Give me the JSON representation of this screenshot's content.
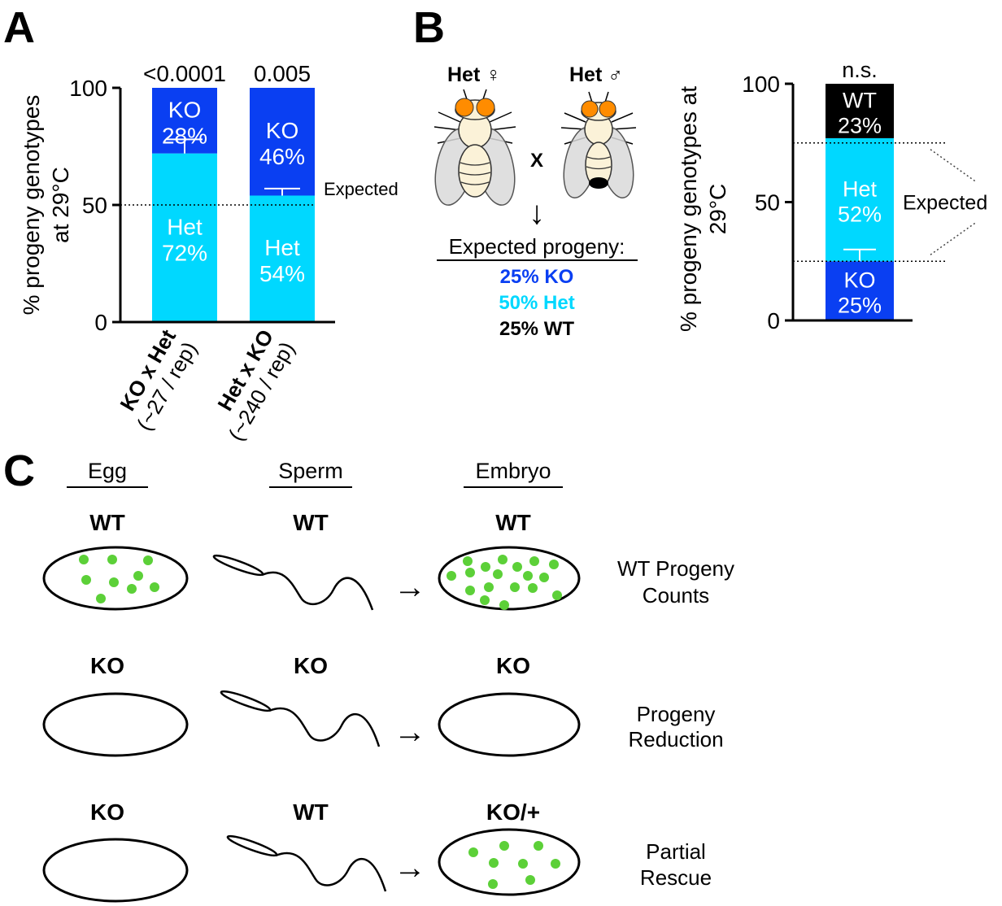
{
  "panels": {
    "A": {
      "label": "A"
    },
    "B": {
      "label": "B"
    },
    "C": {
      "label": "C"
    }
  },
  "colors": {
    "ko": "#0a3ff2",
    "het": "#00d8ff",
    "wt": "#000000",
    "dot": "#5cd038",
    "eye": "#ff8c00",
    "fly_body": "#fbf2d8",
    "wing": "#d9d9d9"
  },
  "chart_data": [
    {
      "type": "bar",
      "stacked": true,
      "ylabel": "% progeny genotypes at 29°C",
      "ylabel_lines": [
        "% progeny genotypes",
        "at 29°C"
      ],
      "ylim": [
        0,
        100
      ],
      "yticks": [
        0,
        50,
        100
      ],
      "expected_line": 50,
      "expected_label": "Expected",
      "categories": [
        {
          "name": "KO x Het",
          "sub": "(~27 / rep)",
          "p_value": "<0.0001"
        },
        {
          "name": "Het x KO",
          "sub": "(~240 / rep)",
          "p_value": "0.005"
        }
      ],
      "series": [
        {
          "name": "Het",
          "values": [
            72,
            54
          ],
          "labels": [
            "72%",
            "54%"
          ],
          "color": "#00d8ff"
        },
        {
          "name": "KO",
          "values": [
            28,
            46
          ],
          "labels": [
            "28%",
            "46%"
          ],
          "color": "#0a3ff2"
        }
      ],
      "error_bar_tops": [
        78,
        57
      ]
    },
    {
      "type": "bar",
      "stacked": true,
      "ylabel": "% progeny genotypes at 29°C",
      "ylabel_lines": [
        "% progeny genotypes at",
        "29°C"
      ],
      "ylim": [
        0,
        100
      ],
      "yticks": [
        0,
        50,
        100
      ],
      "expected_lines": [
        25,
        75
      ],
      "expected_label": "Expected",
      "significance": "n.s.",
      "series": [
        {
          "name": "KO",
          "value": 25,
          "label": "25%",
          "color": "#0a3ff2"
        },
        {
          "name": "Het",
          "value": 52,
          "label": "52%",
          "color": "#00d8ff"
        },
        {
          "name": "WT",
          "value": 23,
          "label": "23%",
          "color": "#000000"
        }
      ],
      "error_bar_top": 30
    }
  ],
  "cross": {
    "female": "Het ♀",
    "male": "Het ♂",
    "cross_symbol": "X",
    "arrow": "↓",
    "expected_title": "Expected progeny:",
    "expected": [
      {
        "text": "25% KO",
        "color": "#0a3ff2"
      },
      {
        "text": "50% Het",
        "color": "#00d8ff"
      },
      {
        "text": "25% WT",
        "color": "#000000"
      }
    ]
  },
  "diagram_c": {
    "headers": [
      "Egg",
      "Sperm",
      "Embryo"
    ],
    "arrow": "→",
    "rows": [
      {
        "egg": "WT",
        "sperm": "WT",
        "embryo": "WT",
        "outcome_lines": [
          "WT Progeny",
          "Counts"
        ]
      },
      {
        "egg": "KO",
        "sperm": "KO",
        "embryo": "KO",
        "outcome_lines": [
          "Progeny",
          "Reduction"
        ]
      },
      {
        "egg": "KO",
        "sperm": "WT",
        "embryo": "KO/+",
        "outcome_lines": [
          "Partial",
          "Rescue"
        ]
      }
    ]
  }
}
